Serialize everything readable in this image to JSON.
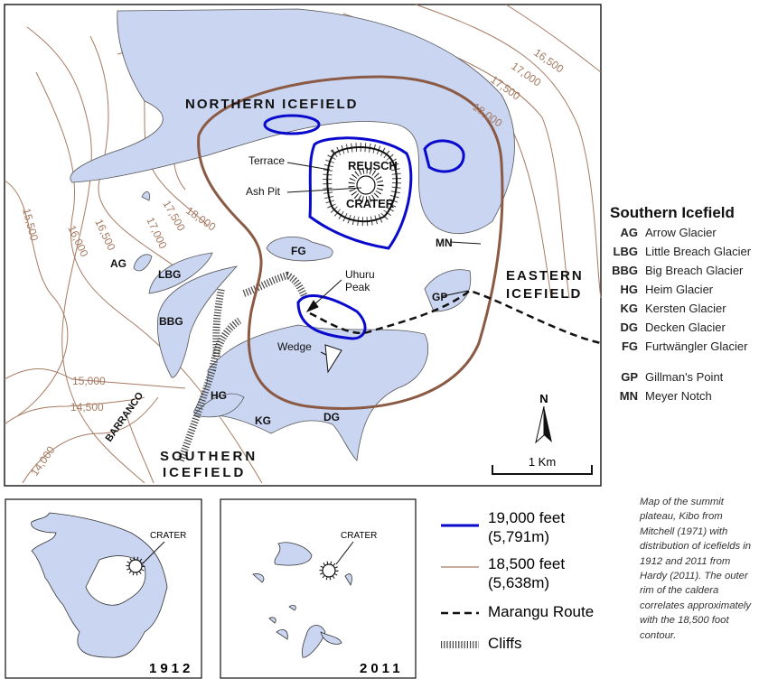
{
  "colors": {
    "ice": "#c9d5f1",
    "contour": "#a57a62",
    "rim": "#8a5a44",
    "blue_contour": "#0a0acc"
  },
  "map": {
    "regions": {
      "northern": "NORTHERN ICEFIELD",
      "eastern_1": "EASTERN",
      "eastern_2": "ICEFIELD",
      "southern_1": "SOUTHERN",
      "southern_2": "ICEFIELD"
    },
    "features": {
      "reusch": "REUSCH",
      "crater": "CRATER",
      "terrace": "Terrace",
      "ash_pit": "Ash Pit",
      "uhuru_1": "Uhuru",
      "uhuru_2": "Peak",
      "wedge": "Wedge",
      "barranco": "BARRANCO",
      "mn": "MN",
      "gp": "GP"
    },
    "glaciers": {
      "ag": "AG",
      "lbg": "LBG",
      "bbg": "BBG",
      "fg": "FG",
      "hg": "HG",
      "kg": "KG",
      "dg": "DG"
    },
    "contour_labels": [
      "16,500",
      "17,000",
      "17,500",
      "18,000",
      "15,500",
      "16,000",
      "16,500",
      "17,000",
      "17,500",
      "18,000",
      "15,000",
      "14,500",
      "14,000"
    ],
    "north": "N",
    "scale": "1 Km"
  },
  "legend_glaciers": {
    "title": "Southern Icefield",
    "items": [
      {
        "abbr": "AG",
        "name": "Arrow  Glacier"
      },
      {
        "abbr": "LBG",
        "name": "Little Breach Glacier"
      },
      {
        "abbr": "BBG",
        "name": "Big Breach Glacier"
      },
      {
        "abbr": "HG",
        "name": "Heim Glacier"
      },
      {
        "abbr": "KG",
        "name": "Kersten Glacier"
      },
      {
        "abbr": "DG",
        "name": "Decken Glacier"
      },
      {
        "abbr": "FG",
        "name": "Furtwängler Glacier"
      },
      {
        "abbr": "GP",
        "name": "Gillman's Point"
      },
      {
        "abbr": "MN",
        "name": "Meyer Notch"
      }
    ]
  },
  "legend": {
    "blue_1": "19,000 feet",
    "blue_2": "(5,791m)",
    "brown_1": "18,500 feet",
    "brown_2": "(5,638m)",
    "route": "Marangu Route",
    "cliffs": "Cliffs"
  },
  "insets": [
    {
      "year": "1912",
      "crater": "CRATER"
    },
    {
      "year": "2011",
      "crater": "CRATER"
    }
  ],
  "caption": "Map of the summit plateau, Kibo from Mitchell (1971) with distribution of icefields in 1912 and 2011 from Hardy (2011). The outer rim of the caldera correlates approximately with the 18,500 foot contour."
}
